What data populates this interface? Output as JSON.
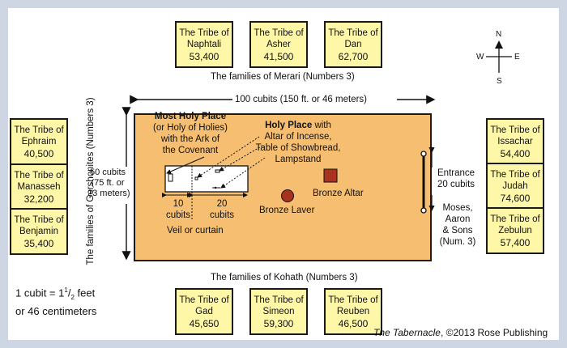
{
  "colors": {
    "court": "#f6be70",
    "tribe_box": "#fff7a8",
    "altar": "#a8311f",
    "laver": "#a8311f",
    "frame": "#cfd6e3"
  },
  "north_tribes": [
    {
      "label": "The Tribe of",
      "name": "Naphtali",
      "pop": "53,400"
    },
    {
      "label": "The Tribe of",
      "name": "Asher",
      "pop": "41,500"
    },
    {
      "label": "The Tribe of",
      "name": "Dan",
      "pop": "62,700"
    }
  ],
  "west_tribes": [
    {
      "label": "The Tribe of",
      "name": "Ephraim",
      "pop": "40,500"
    },
    {
      "label": "The Tribe of",
      "name": "Manasseh",
      "pop": "32,200"
    },
    {
      "label": "The Tribe of",
      "name": "Benjamin",
      "pop": "35,400"
    }
  ],
  "east_tribes": [
    {
      "label": "The Tribe of",
      "name": "Issachar",
      "pop": "54,400"
    },
    {
      "label": "The Tribe of",
      "name": "Judah",
      "pop": "74,600"
    },
    {
      "label": "The Tribe of",
      "name": "Zebulun",
      "pop": "57,400"
    }
  ],
  "south_tribes": [
    {
      "label": "The Tribe of",
      "name": "Gad",
      "pop": "45,650"
    },
    {
      "label": "The Tribe of",
      "name": "Simeon",
      "pop": "59,300"
    },
    {
      "label": "The Tribe of",
      "name": "Reuben",
      "pop": "46,500"
    }
  ],
  "families": {
    "merari": "The families of Merari (Numbers 3)",
    "kohath": "The families of Kohath (Numbers 3)",
    "gershon": "The families of Gershonites (Numbers 3)"
  },
  "dimensions": {
    "length": "100 cubits (150 ft. or 46 meters)",
    "width_line1": "50 cubits",
    "width_line2": "(75 ft. or",
    "width_line3": "23 meters)",
    "ten_line1": "10",
    "ten_line2": "cubits",
    "twenty_line1": "20",
    "twenty_line2": "cubits"
  },
  "labels": {
    "most_holy_title": "Most Holy Place",
    "most_holy_line2": "(or Holy of Holies)",
    "most_holy_line3": "with the Ark of",
    "most_holy_line4": "the Covenant",
    "holy_title": "Holy Place",
    "holy_suffix": " with",
    "holy_line2": "Altar of Incense,",
    "holy_line3": "Table of Showbread,",
    "holy_line4": "Lampstand",
    "veil": "Veil or curtain",
    "bronze_altar": "Bronze Altar",
    "bronze_laver": "Bronze Laver",
    "entrance_line1": "Entrance",
    "entrance_line2": "20 cubits",
    "moses_line1": "Moses,",
    "moses_line2": "Aaron",
    "moses_line3": "& Sons",
    "moses_line4": "(Num. 3)"
  },
  "compass": {
    "n": "N",
    "s": "S",
    "e": "E",
    "w": "W"
  },
  "cubit_line1_prefix": "1 cubit = 1",
  "cubit_sup": "1",
  "cubit_sub": "2",
  "cubit_line1_suffix": " feet",
  "cubit_line2": "or 46 centimeters",
  "credit_title": "The Tabernacle",
  "credit_rest": ", ©2013 Rose Publishing"
}
